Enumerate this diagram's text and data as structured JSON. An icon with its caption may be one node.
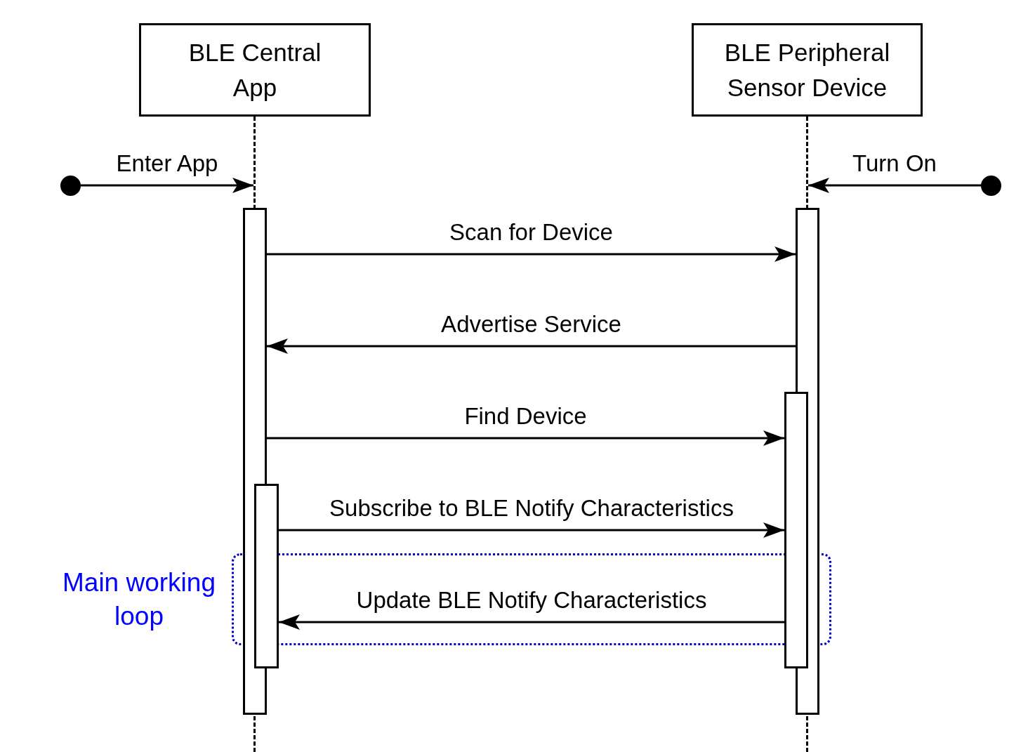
{
  "diagram": {
    "nodes": [
      {
        "text": [
          "BLE Central App"
        ]
      },
      {
        "text": [
          "BLE Peripheral Sensor Device"
        ]
      },
      {
        "text": [],
        "shape": "line"
      },
      {
        "text": [],
        "shape": "line"
      },
      {
        "text": [],
        "shape": "circle"
      },
      {
        "text": [],
        "shape": "circle"
      },
      {
        "text": [],
        "shape": "bar"
      },
      {
        "text": [],
        "shape": "bar"
      },
      {
        "text": [],
        "shape": "bar"
      },
      {
        "text": [],
        "shape": "bar"
      },
      {
        "text": [
          "Main working loop"
        ]
      }
    ],
    "edges": [
      {
        "from": 4,
        "to": 2,
        "arrow": "to",
        "label": "Enter App"
      },
      {
        "from": 5,
        "to": 3,
        "arrow": "to",
        "label": "Turn On"
      },
      {
        "from": 6,
        "to": 8,
        "arrow": "to",
        "label": "Scan for Device"
      },
      {
        "from": 8,
        "to": 6,
        "arrow": "to",
        "label": "Advertise Service"
      },
      {
        "from": 6,
        "to": 9,
        "arrow": "to",
        "label": "Find Device"
      },
      {
        "from": 7,
        "to": 9,
        "arrow": "to",
        "label": "Subscribe to BLE Notify Characteristics"
      },
      {
        "from": 9,
        "to": 7,
        "arrow": "to",
        "label": "Update BLE Notify Characteristics"
      }
    ]
  }
}
